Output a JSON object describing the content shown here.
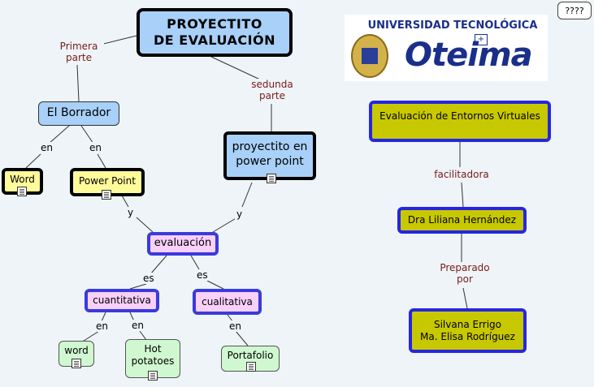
{
  "help_button": "????",
  "logo": {
    "university": "UNIVERSIDAD TECNOLÓGICA",
    "brand": "Oteima"
  },
  "nodes": {
    "main": "PROYECTITO\nDE EVALUACIÓN",
    "borrador": "El Borrador",
    "word": "Word",
    "power_point": "Power Point",
    "proyectito_pp": "proyectito en\npower point",
    "evaluacion": "evaluación",
    "cuantitativa": "cuantitativa",
    "cualitativa": "cualitativa",
    "word2": "word",
    "hot_potatoes": "Hot\npotatoes",
    "portafolio": "Portafolio",
    "eva": "Evaluación de Entornos Virtuales",
    "dra": "Dra Liliana Hernández",
    "autores": "Silvana Errigo\nMa. Elisa Rodríguez"
  },
  "links": {
    "primera_parte": "Primera\nparte",
    "segunda_parte": "sedunda\nparte",
    "en_1": "en",
    "en_2": "en",
    "y_1": "y",
    "y_2": "y",
    "es_1": "es",
    "es_2": "es",
    "en_3": "en",
    "en_4": "en",
    "en_5": "en",
    "facilitadora": "facilitadora",
    "preparado_por": "Preparado\npor"
  },
  "colors": {
    "background": "#eef4f7",
    "blue_node": "#a8d0f8",
    "yellow_node": "#fffa9a",
    "pink_node": "#f8d0f8",
    "green_node": "#d0f8d0",
    "olive_node": "#c8c800",
    "link_label": "#7a1a1a"
  }
}
